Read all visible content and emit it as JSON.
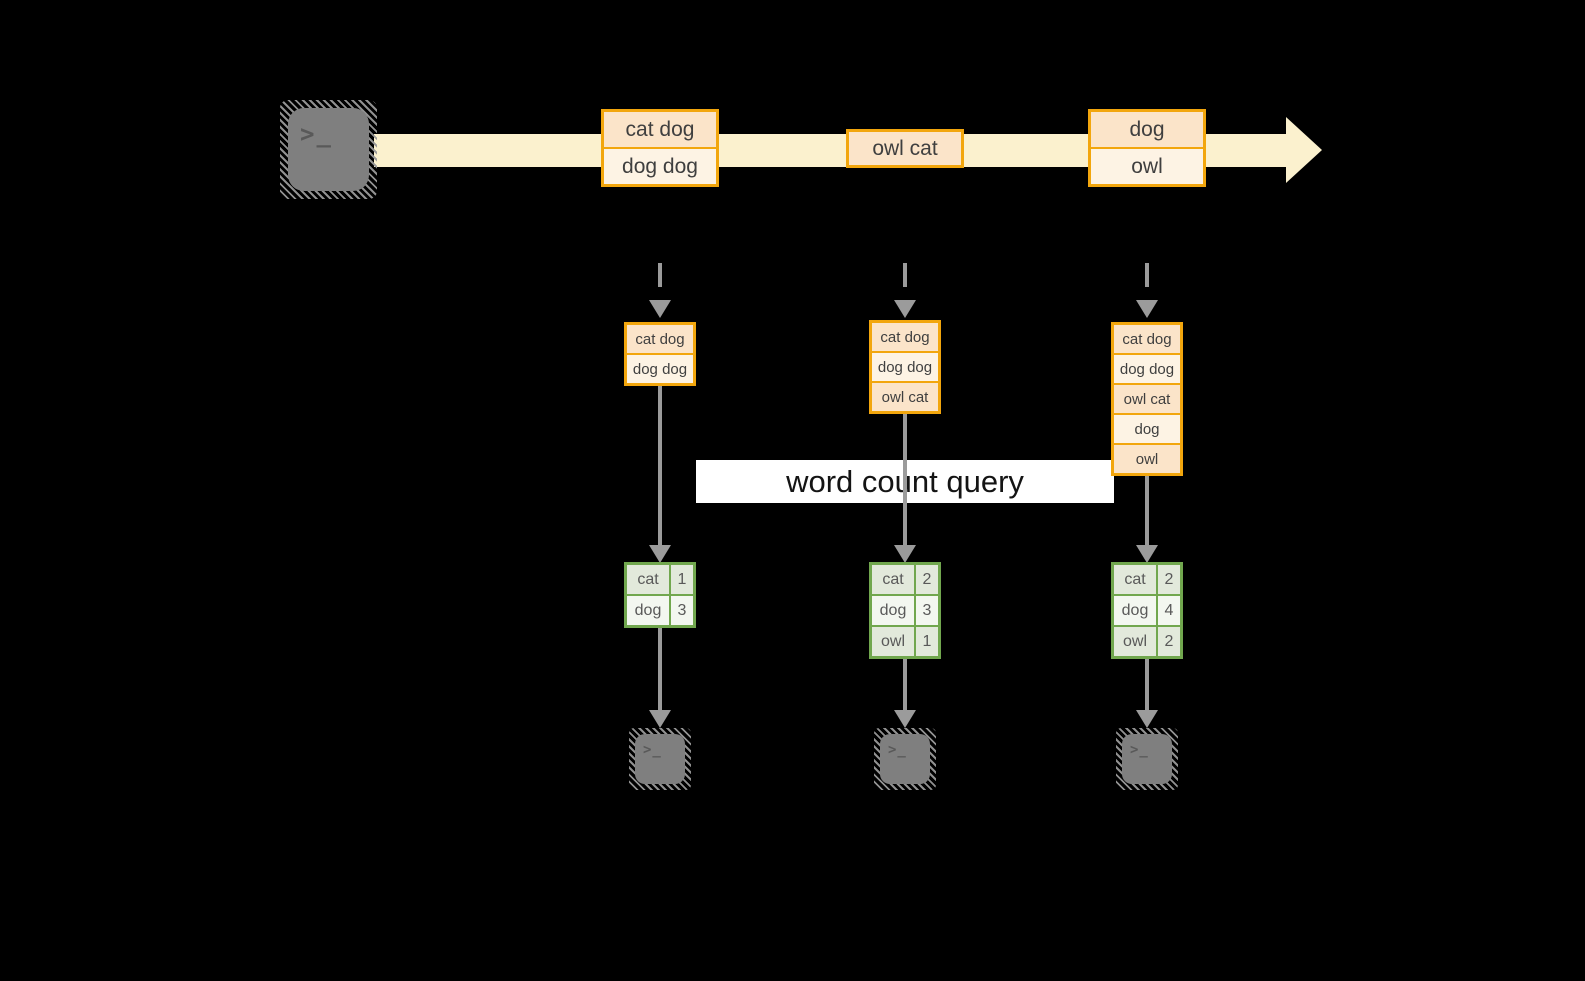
{
  "title": {
    "label": "word count query"
  },
  "icons": {
    "terminal_glyph": ">_"
  },
  "colors": {
    "background": "#000000",
    "stream_band": "#FBF1CE",
    "record_border": "#F2A60D",
    "record_fill_dark": "#FBE4C9",
    "record_fill_light": "#FDF3E4",
    "table_border": "#71A74E",
    "table_row_light": "#E2E9DB",
    "table_row_lighter": "#F3F7F0",
    "arrow_gray": "#9B9B9B",
    "label_background": "#FFFFFF"
  },
  "timeline": {
    "batches": [
      {
        "cells": [
          "cat dog",
          "dog dog"
        ]
      },
      {
        "cells": [
          "owl cat"
        ]
      },
      {
        "cells": [
          "dog",
          "owl"
        ]
      }
    ]
  },
  "pipelines": [
    {
      "input_cells": [
        "cat dog",
        "dog dog"
      ],
      "counts": [
        {
          "word": "cat",
          "count": "1"
        },
        {
          "word": "dog",
          "count": "3"
        }
      ]
    },
    {
      "input_cells": [
        "cat dog",
        "dog dog",
        "owl cat"
      ],
      "counts": [
        {
          "word": "cat",
          "count": "2"
        },
        {
          "word": "dog",
          "count": "3"
        },
        {
          "word": "owl",
          "count": "1"
        }
      ]
    },
    {
      "input_cells": [
        "cat dog",
        "dog dog",
        "owl cat",
        "dog",
        "owl"
      ],
      "counts": [
        {
          "word": "cat",
          "count": "2"
        },
        {
          "word": "dog",
          "count": "4"
        },
        {
          "word": "owl",
          "count": "2"
        }
      ]
    }
  ]
}
